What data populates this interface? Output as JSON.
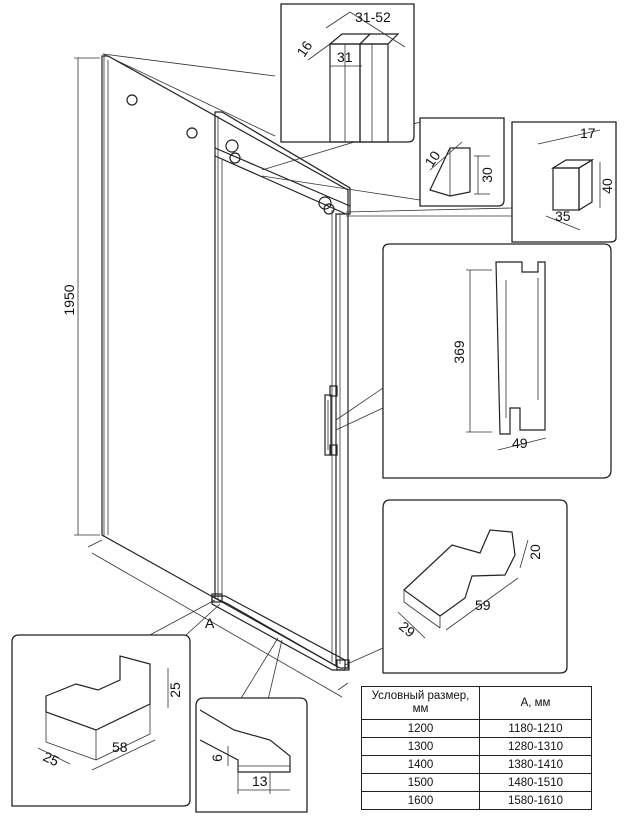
{
  "dims": {
    "height": "1950",
    "width_var": "A",
    "profile_range": "31-52",
    "profile_width": "31",
    "profile_depth": "16",
    "rail_w": "10",
    "rail_h": "30",
    "stop_w": "17",
    "stop_h": "40",
    "stop_d": "35",
    "handle_len": "369",
    "handle_depth": "49",
    "bumper_h": "20",
    "bumper_len": "59",
    "bumper_w": "29",
    "guide_h": "25",
    "guide_len": "58",
    "guide_w": "25",
    "threshold_h": "6",
    "threshold_w": "13"
  },
  "table": {
    "header_size": "Условный размер, мм",
    "header_a": "А, мм",
    "rows": [
      [
        "1200",
        "1180-1210"
      ],
      [
        "1300",
        "1280-1310"
      ],
      [
        "1400",
        "1380-1410"
      ],
      [
        "1500",
        "1480-1510"
      ],
      [
        "1600",
        "1580-1610"
      ]
    ]
  }
}
